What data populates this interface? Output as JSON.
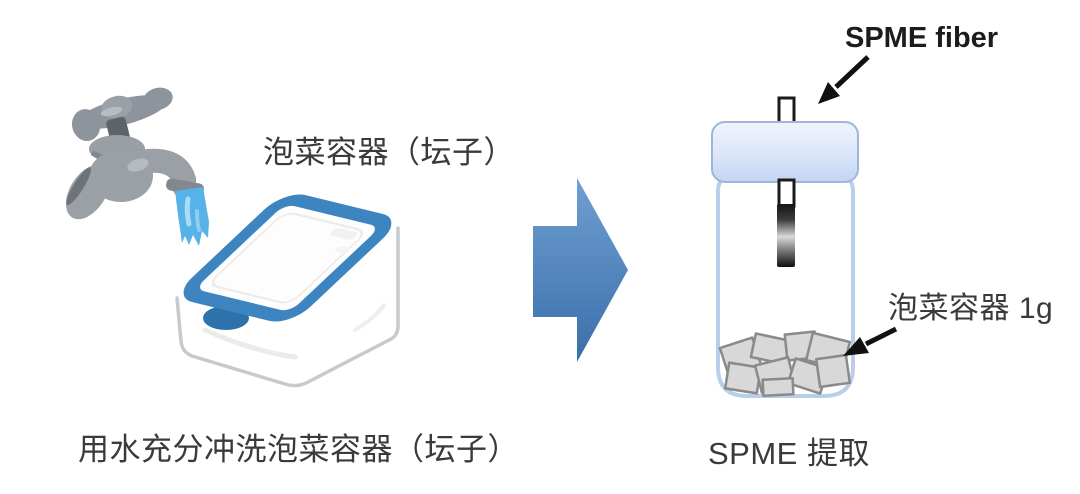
{
  "page": {
    "background": "#ffffff"
  },
  "left_panel": {
    "container_label": "泡菜容器（坛子）",
    "caption": "用水充分冲洗泡菜容器（坛子）"
  },
  "right_panel": {
    "fiber_label": "SPME fiber",
    "sample_label": "泡菜容器 1g",
    "caption": "SPME 提取"
  },
  "icons": {
    "faucet": "faucet-icon",
    "water_stream": "water-stream-icon",
    "pickle_container": "pickle-container-icon",
    "process_arrow": "process-arrow-right-icon",
    "spme_vial": "spme-vial-icon",
    "vial_cap": "vial-cap",
    "spme_needle": "spme-needle",
    "spme_fiber_rod": "spme-fiber-rod",
    "sample_pieces": "sample-pieces-icon",
    "fiber_pointer": "fiber-pointer-arrow-icon",
    "sample_pointer": "sample-pointer-arrow-icon"
  },
  "colors": {
    "rim_blue": "#3d85c1",
    "latch_blue": "#2e72ac",
    "water_blue": "#56b2e7",
    "arrow_gradient_top": "#6f9fd2",
    "arrow_gradient_bottom": "#3b6fa9",
    "cap_blue": "#dbe6f9",
    "vial_outline": "#b9cfe9",
    "sample_gray": "#d8d8d8",
    "faucet_gray": "#9aa0a6",
    "text_dark": "#3a3a3a"
  }
}
